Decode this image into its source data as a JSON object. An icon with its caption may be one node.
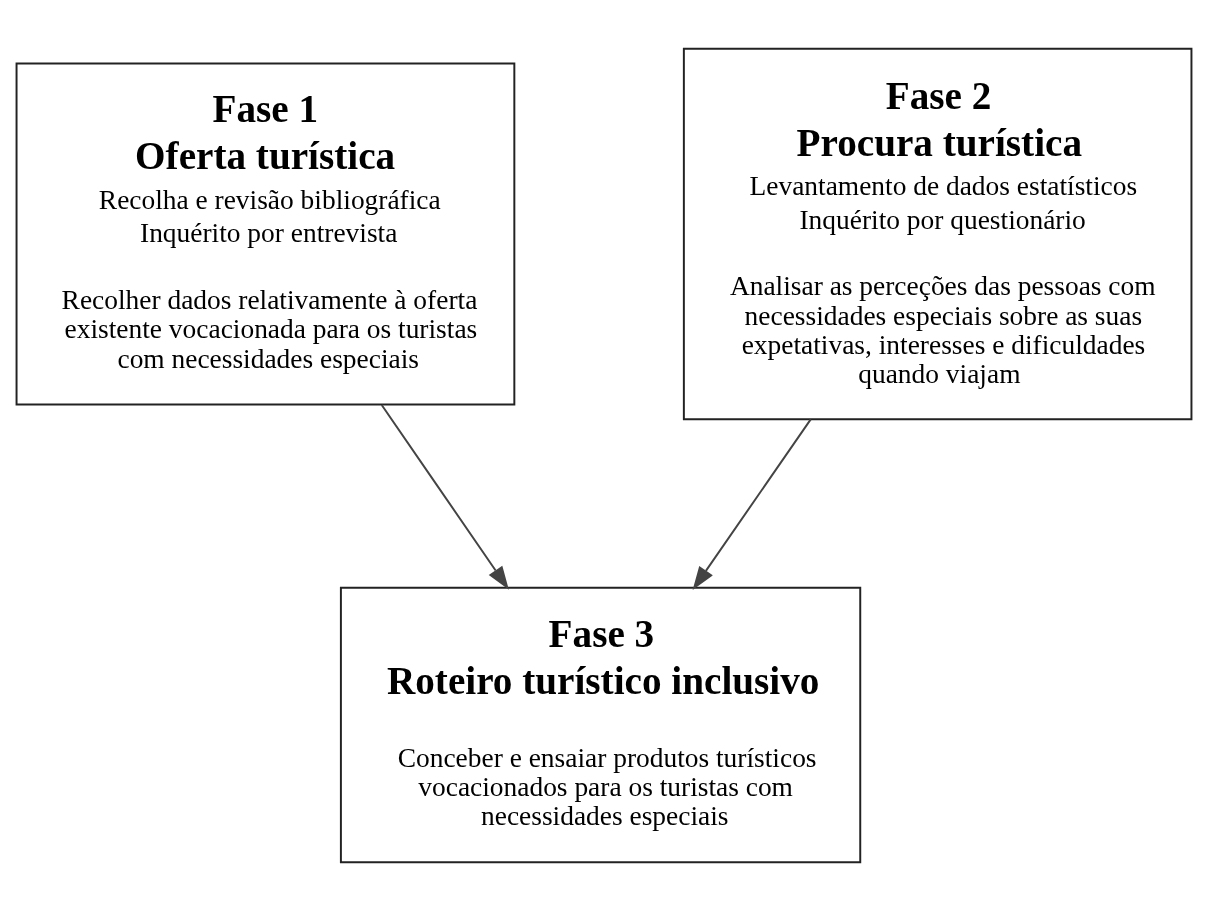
{
  "diagram": {
    "nodes": [
      {
        "text": [
          "Fase 1",
          "Oferta turística",
          "Recolha e revisão bibliográfica",
          "Inquérito por entrevista",
          "Recolher dados relativamente à oferta existente vocacionada para os turistas com necessidades especiais"
        ]
      },
      {
        "text": [
          "Fase 2",
          "Procura turística",
          "Levantamento de dados estatísticos",
          "Inquérito por questionário",
          "Analisar as perceções das pessoas com necessidades especiais sobre as suas expetativas, interesses e dificuldades quando viajam"
        ]
      },
      {
        "text": [
          "Fase 3",
          "Roteiro turístico inclusivo",
          "Conceber e ensaiar produtos turísticos vocacionados para os turistas com necessidades especiais"
        ]
      }
    ],
    "edges": [
      {
        "from": 0,
        "to": 2,
        "arrow": "to"
      },
      {
        "from": 1,
        "to": 2,
        "arrow": "to"
      }
    ]
  }
}
